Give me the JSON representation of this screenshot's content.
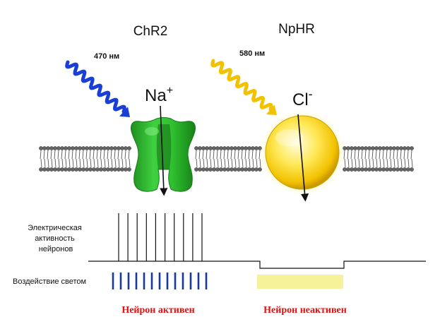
{
  "diagram": {
    "left_protein": {
      "name": "ChR2",
      "light_wavelength": "470 нм",
      "ion_base": "Na",
      "ion_charge": "+",
      "light_color": "#1a3fd6",
      "protein_color": "#2fbf2f"
    },
    "right_protein": {
      "name": "NpHR",
      "light_wavelength": "580 нм",
      "ion_base": "Cl",
      "ion_charge": "-",
      "light_color": "#f2c200",
      "protein_color": "#ffe13a"
    },
    "rows": {
      "activity_label": [
        "Электрическая",
        "активность",
        "нейронов"
      ],
      "light_label": "Воздействие светом"
    },
    "captions": {
      "active": "Нейрон активен",
      "inactive": "Нейрон неактивен",
      "color": "#dd1111"
    },
    "spike_count": 10,
    "light_pulse_count": 13
  }
}
